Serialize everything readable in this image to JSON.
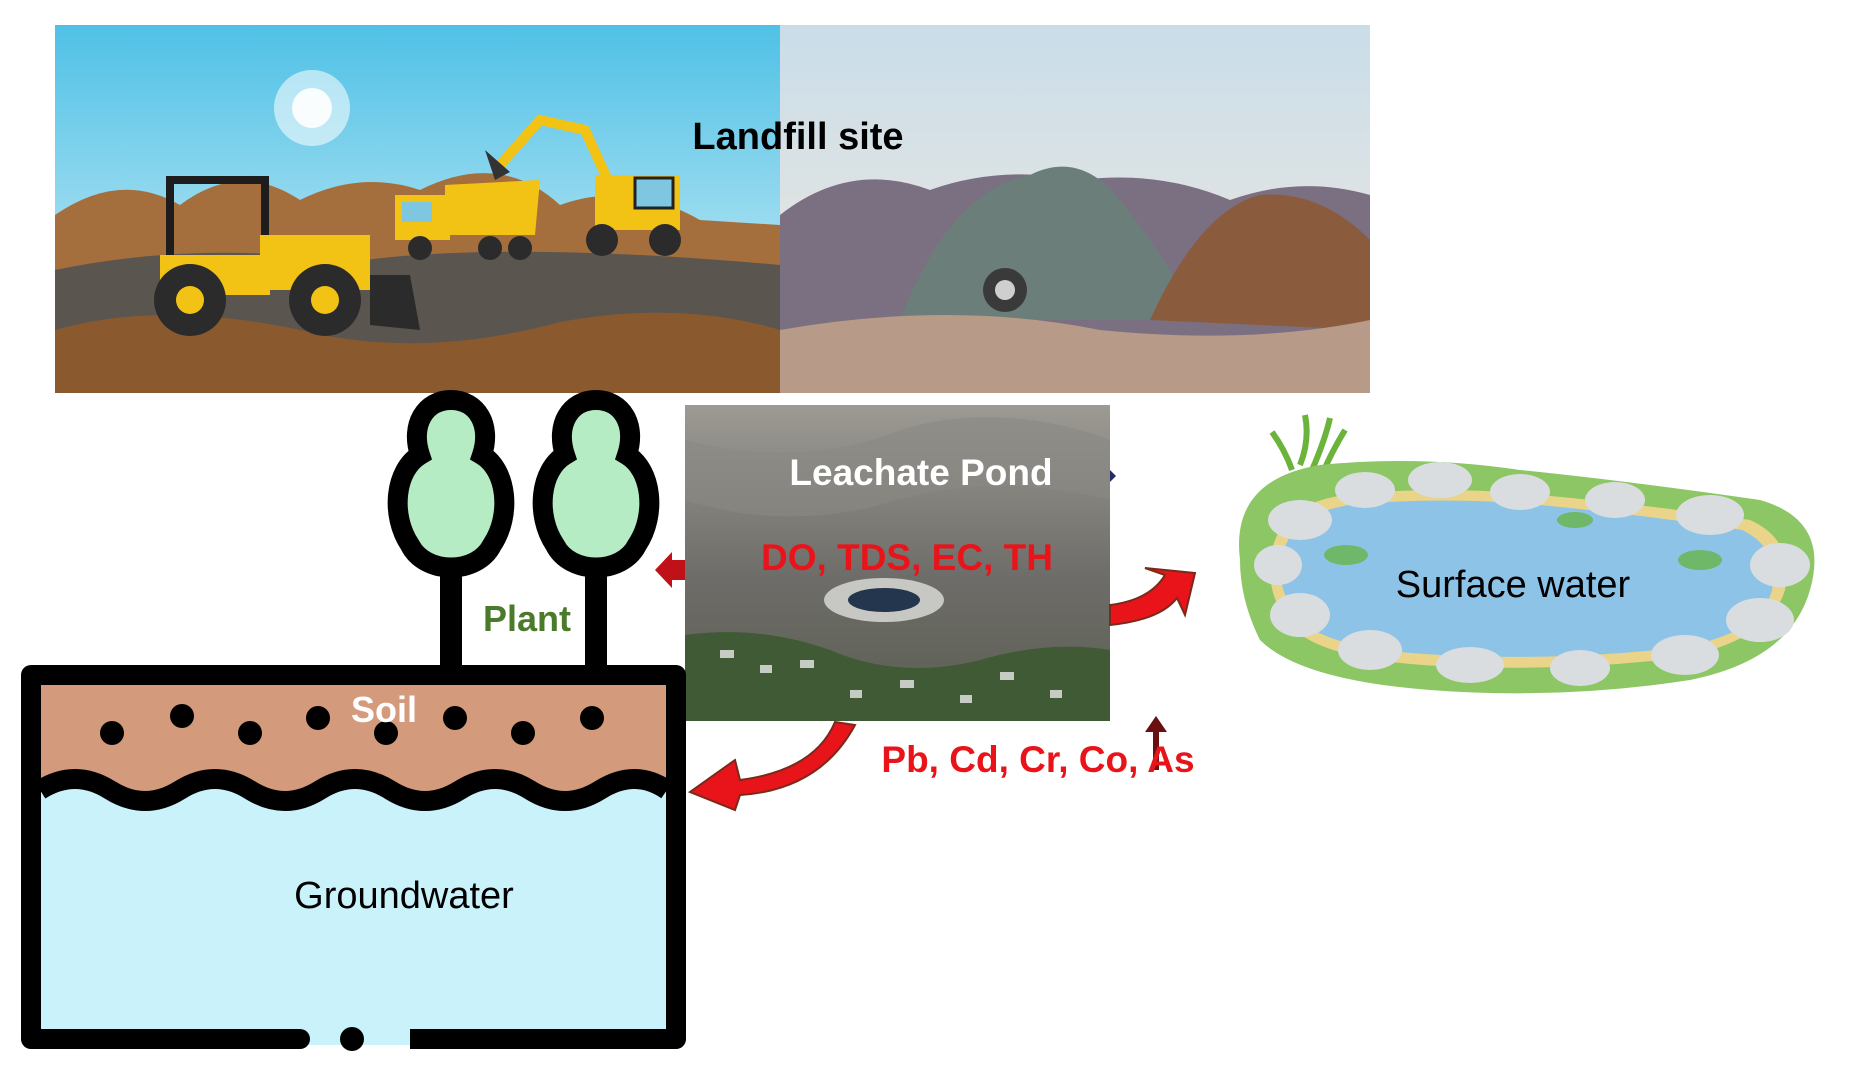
{
  "labels": {
    "landfill": "Landfill site",
    "leachate": "Leachate Pond",
    "params": "DO, TDS, EC, TH",
    "metals": "Pb, Cd, Cr, Co, As",
    "surface_water": "Surface water",
    "plant": "Plant",
    "soil": "Soil",
    "groundwater": "Groundwater"
  },
  "colors": {
    "arrow": "#e8141a",
    "params_text": "#e8141a",
    "metals_text": "#e8141a",
    "plant_text": "#4a7a2a",
    "soil": "#d49a7c",
    "groundwater": "#c9f2fb",
    "tree_fill": "#b6ecc4",
    "pond_water": "#8ec3e8",
    "pond_rim": "#8cc665"
  },
  "icons": [
    "tree-icon",
    "soil-groundwater-box",
    "pond-icon",
    "arrow-icon",
    "excavator-icon",
    "loader-icon",
    "dump-truck-icon"
  ]
}
